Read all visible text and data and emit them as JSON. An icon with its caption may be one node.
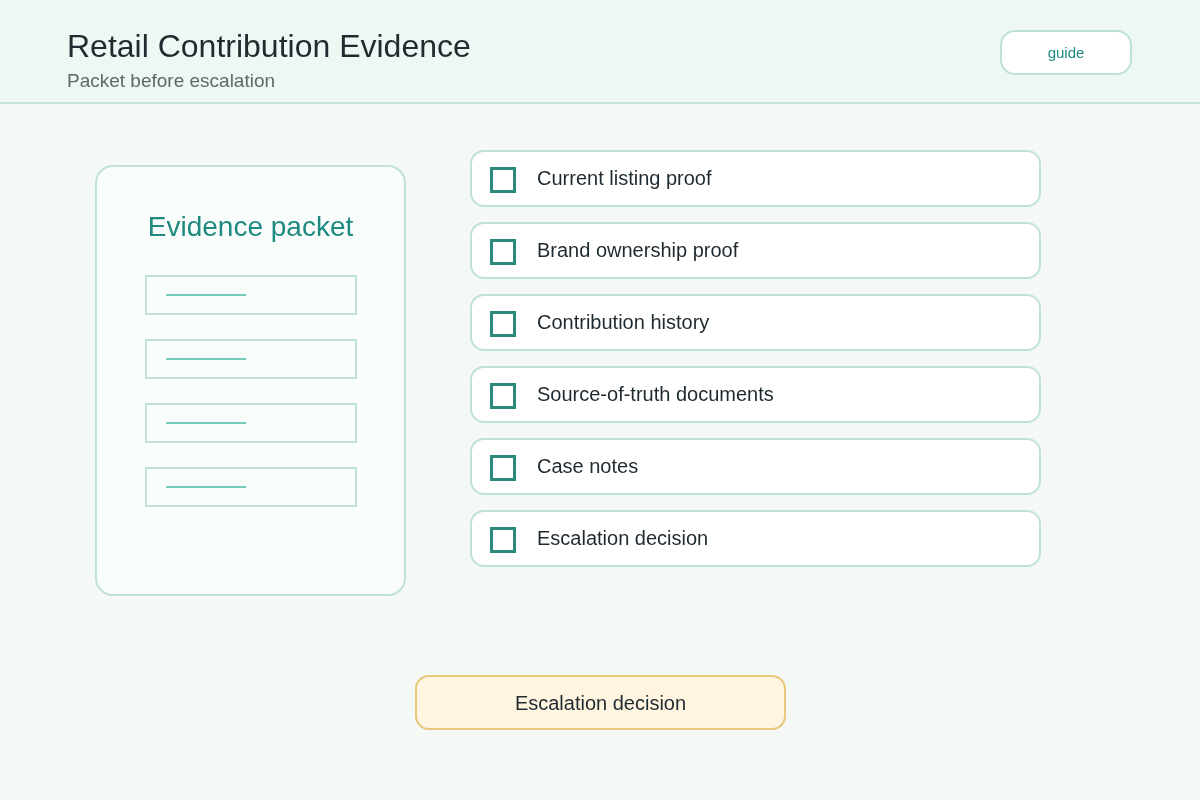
{
  "diagram": {
    "title": "Retail Contribution Evidence",
    "nodes": [
      {
        "text": [
          "Evidence packet"
        ]
      },
      {
        "text": [
          "Current listing proof"
        ]
      },
      {
        "text": [
          "Brand ownership proof"
        ]
      },
      {
        "text": [
          "Contribution history"
        ]
      },
      {
        "text": [
          "Source-of-truth documents"
        ]
      },
      {
        "text": [
          "Case notes"
        ]
      },
      {
        "text": [
          "Escalation decision"
        ]
      },
      {
        "text": [
          "Escalation decision"
        ]
      }
    ],
    "labels": [
      "Packet before escalation",
      "guide"
    ]
  }
}
